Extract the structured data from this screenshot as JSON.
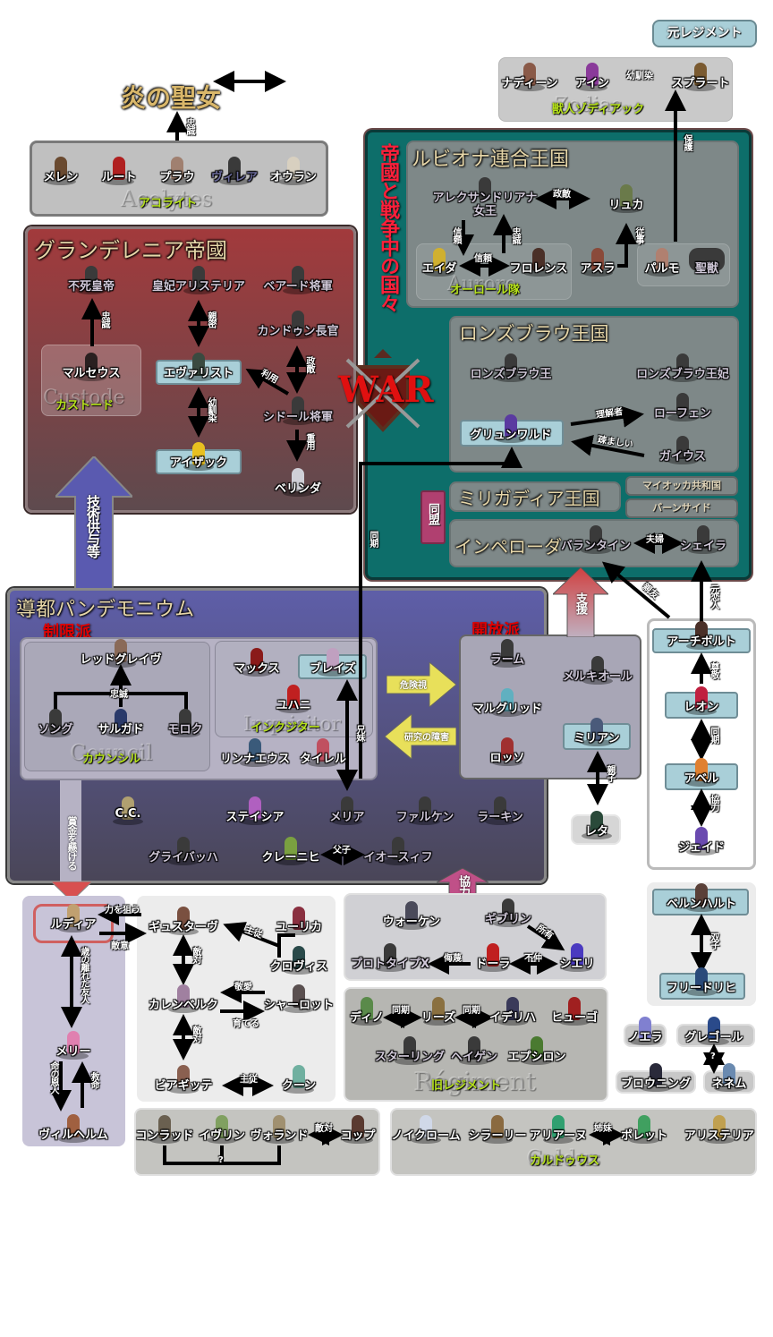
{
  "colors": {
    "empire": "#9a3a3a",
    "war_nations": "#0b6e6a",
    "pandemonium": "#5a5a9a",
    "highlight": "#a9cfd8",
    "sub_label": "#b6e21b",
    "faction_red": "#e00000"
  },
  "logo": {
    "title": "炎の聖女",
    "war_emblem": "WAR"
  },
  "loyalty_top": "忠誠",
  "former_regiment": "元レジメント",
  "acolytes": {
    "ghost": "Acolytes",
    "label": "アコライト",
    "members": [
      "メレン",
      "ルート",
      "プラウ",
      "ヴィレア",
      "オウラン"
    ]
  },
  "zodiac": {
    "ghost": "Zodiac",
    "label": "獣人ゾディアック",
    "members": [
      "ナディーン",
      "アイン",
      "スプラート"
    ],
    "rel": "幼馴染",
    "protect": "保護"
  },
  "war_banner": "帝國と戦争中の国々",
  "rubiona": {
    "title": "ルビオナ連合王国",
    "queen": "アレクサンドリアナ",
    "queen2": "女王",
    "ryuka": "リュカ",
    "rel_enemy": "政敵",
    "aurore_ghost": "Aurore",
    "aurore_label": "オーロール隊",
    "eida": "エイダ",
    "florence": "フロレンス",
    "trust1": "信頼",
    "trust2": "信頼",
    "loyal": "忠誠",
    "asura": "アスラ",
    "serve": "従事",
    "palmo": "パルモ",
    "beast": "聖獣"
  },
  "empire": {
    "title": "グランデレニア帝國",
    "emperor": "不死皇帝",
    "empress": "皇妃アリステリア",
    "beard": "ベアード将軍",
    "kandun": "カンドゥン長官",
    "marseus": "マルセウス",
    "custode_ghost": "Custode",
    "custode_label": "カストード",
    "evarist": "エヴァリスト",
    "sidor": "シドール将軍",
    "isaac": "アイザック",
    "belinda": "ベリンダ",
    "r_loyal": "忠誠",
    "r_close": "親密",
    "r_use": "利用",
    "r_enemy": "政敵",
    "r_child": "幼馴染",
    "r_hire": "重用"
  },
  "ronzbrau": {
    "title": "ロンズブラウ王国",
    "king": "ロンズブラウ王",
    "queen": "ロンズブラウ王妃",
    "grunwald": "グリュンワルド",
    "rofen": "ローフェン",
    "gaius": "ガイウス",
    "r_understand": "理解者",
    "r_annoy": "疎ましい"
  },
  "milligadia": {
    "title": "ミリガディア王国",
    "alliance": "同盟",
    "maiokka": "マイオッカ共和国",
    "burnside": "バーンサイド"
  },
  "imperoda": {
    "title": "インペローダ",
    "ballantine": "バランタイン",
    "sheila": "シェイラ",
    "r_couple": "夫婦"
  },
  "tech_arrow": "技術供与等",
  "sync_label": "同期",
  "pandemonium": {
    "title": "導都パンデモニウム",
    "restrict": "制限派",
    "open": "開放派",
    "council_ghost": "Council",
    "council_label": "カウンシル",
    "redgrave": "レッドグレイヴ",
    "loyal": "忠誠",
    "song": "ソング",
    "salgad": "サルガド",
    "moloch": "モロク",
    "inq_ghost": "Inquisitor",
    "inq_label": "インクジター",
    "max": "マックス",
    "blaise": "ブレイズ",
    "yuhani": "ユハニ",
    "rinnaeus": "リンナエウス",
    "tyrell": "タイレル",
    "siblings": "兄妹",
    "cc": "C.C.",
    "stacia": "ステイシア",
    "meria": "メリア",
    "falken": "ファルケン",
    "larkin": "ラーキン",
    "grybach": "グライバッハ",
    "kreniche": "クレーニヒ",
    "iosif": "イオースィフ",
    "r_father": "父子",
    "danger": "危険視",
    "obstacle": "研究の障害",
    "bounty": "賞金を懸ける"
  },
  "open_faction": {
    "ram": "ラーム",
    "melchior": "メルキオール",
    "margrid": "マルグリッド",
    "rosso": "ロッソ",
    "millian": "ミリアン",
    "support": "支援",
    "parent": "親子",
    "reta": "レタ"
  },
  "regiment_right": {
    "archibald": "アーチボルト",
    "leon": "レオン",
    "abel": "アベル",
    "jade": "ジェイド",
    "r_respect": "尊敬",
    "r_sync": "同期",
    "r_coop": "協力",
    "r_friend": "親友",
    "r_ex": "元恋人"
  },
  "cooperate": "協力",
  "rudia_group": {
    "rudia": "ルディア",
    "mary": "メリー",
    "wilhelm": "ヴィルヘルム",
    "r_aim": "力を狙う",
    "r_hostile": "敵意",
    "r_friend": "歳の離れた友人",
    "r_savior": "命の恩人",
    "r_save": "救命"
  },
  "gustav_group": {
    "gustav": "ギュスターヴ",
    "yurika": "ユーリカ",
    "clovis": "クロヴィス",
    "kalenberg": "カレンベルク",
    "charlotte": "シャーロット",
    "biagitte": "ビアギッテ",
    "kuen": "クーン",
    "r_master": "主従",
    "r_enemy1": "敵対",
    "r_enemy2": "敵対",
    "r_love": "敬愛",
    "r_raise": "育てる",
    "r_master2": "主従"
  },
  "doretta_group": {
    "walken": "ウォーケン",
    "gibrin": "ギブリン",
    "prototype": "プロトタイプX",
    "doretta": "ドーラ",
    "shieri": "シエリ",
    "r_own": "所有",
    "r_scorn": "侮蔑",
    "r_bad": "不仲"
  },
  "old_regiment": {
    "ghost": "Régiment",
    "label": "旧レジメント",
    "dino": "ディノ",
    "reeze": "リーズ",
    "ideriha": "イデリハ",
    "hugo": "ヒューゴ",
    "starling": "スターリング",
    "heigen": "ヘイゲン",
    "epsilon": "エプシロン",
    "r_sync1": "同期",
    "r_sync2": "同期"
  },
  "twins": {
    "bernhardt": "ベルンハルト",
    "friedrich": "フリードリヒ",
    "r_twin": "双子"
  },
  "misc": {
    "noera": "ノエラ",
    "gregor": "グレゴール",
    "browning": "ブロウニング",
    "nemu": "ネネム",
    "r_q": "?"
  },
  "conrad_group": {
    "conrad": "コンラッド",
    "evelyn": "イヴリン",
    "voland": "ヴォランド",
    "kopp": "コップ",
    "r_enemy": "敵対",
    "r_q": "?"
  },
  "caldus": {
    "ghost": "Caldus",
    "label": "カルドゥウス",
    "neuchrome": "ノイクローム",
    "sharley": "シラーリー",
    "ariane": "アリアーヌ",
    "polette": "ポレット",
    "aristeria": "アリステリア",
    "r_sisters": "姉妹"
  }
}
